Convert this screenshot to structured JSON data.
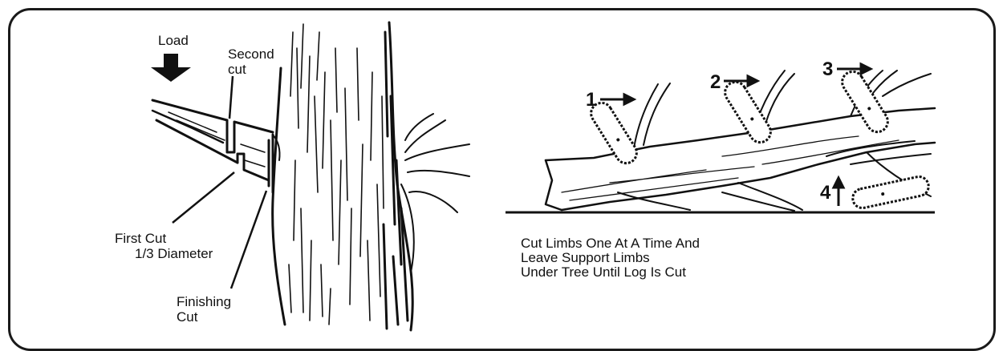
{
  "left_diagram": {
    "load_label": "Load",
    "second_cut_label": [
      "Second",
      "cut"
    ],
    "first_cut_label": [
      "First Cut",
      "1/3 Diameter"
    ],
    "finishing_cut_label": [
      "Finishing",
      "Cut"
    ]
  },
  "right_diagram": {
    "cut_numbers": [
      "1",
      "2",
      "3",
      "4"
    ],
    "caption": [
      "Cut Limbs One At A Time And",
      "Leave Support Limbs",
      "Under Tree Until Log Is Cut"
    ]
  }
}
